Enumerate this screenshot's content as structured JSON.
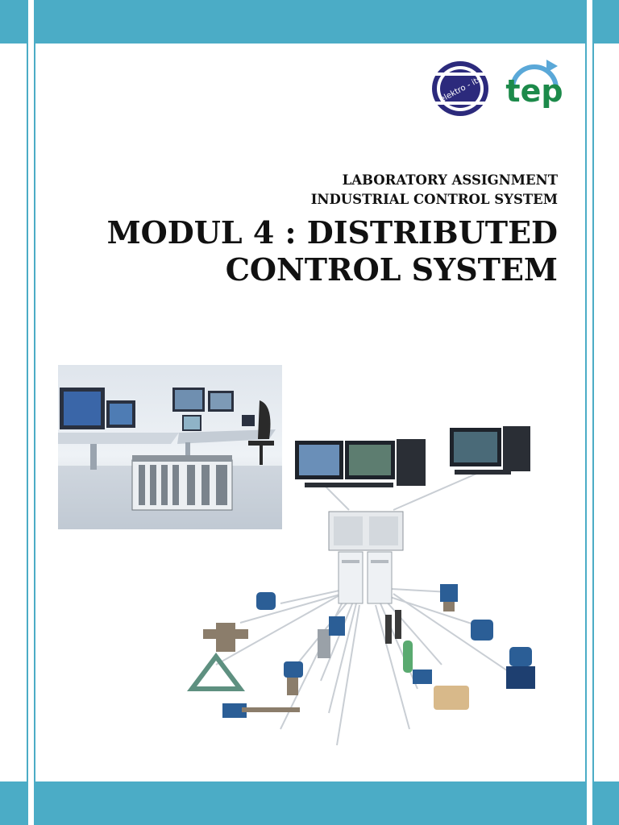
{
  "header": {
    "subtitle_line_1": "LABORATORY ASSIGNMENT",
    "subtitle_line_2": "INDUSTRIAL CONTROL SYSTEM",
    "title_line_1": "MODUL 4 : DISTRIBUTED",
    "title_line_2": "CONTROL SYSTEM"
  },
  "logos": {
    "elektro_text": "elektro - its",
    "tep_text": "tep"
  },
  "colors": {
    "band": "#4bacc6",
    "logo_elektro": "#2c2a7c",
    "logo_tep": "#1c8a4a"
  }
}
